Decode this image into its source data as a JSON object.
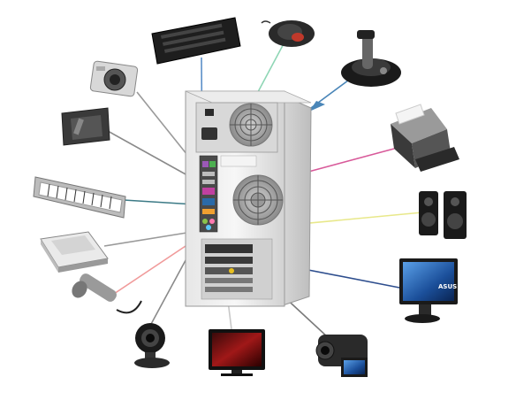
{
  "diagram": {
    "central": {
      "name": "computer-tower"
    },
    "peripherals": [
      {
        "id": "keyboard",
        "icon": "keyboard-icon",
        "line_color": "#5b8fc8"
      },
      {
        "id": "mouse",
        "icon": "mouse-icon",
        "line_color": "#8fd6b5"
      },
      {
        "id": "joystick",
        "icon": "joystick-icon",
        "line_color": "#4a86b8"
      },
      {
        "id": "camera",
        "icon": "camera-icon",
        "line_color": "#9a9a9a"
      },
      {
        "id": "touchpad",
        "icon": "touchpad-icon",
        "line_color": "#8a8a8a"
      },
      {
        "id": "printer",
        "icon": "printer-icon",
        "line_color": "#d85a9a"
      },
      {
        "id": "musical-keyboard",
        "icon": "piano-keyboard-icon",
        "line_color": "#3c7a86"
      },
      {
        "id": "speakers",
        "icon": "speakers-icon",
        "line_color": "#e8e88a"
      },
      {
        "id": "scanner",
        "icon": "scanner-icon",
        "line_color": "#9a9a9a"
      },
      {
        "id": "microphone",
        "icon": "microphone-icon",
        "line_color": "#f09a9a"
      },
      {
        "id": "monitor",
        "icon": "monitor-icon",
        "line_color": "#2e4e8e"
      },
      {
        "id": "webcam",
        "icon": "webcam-icon",
        "line_color": "#8a8a8a"
      },
      {
        "id": "tv",
        "icon": "tv-icon",
        "line_color": "#c8c8c8"
      },
      {
        "id": "camcorder",
        "icon": "camcorder-icon",
        "line_color": "#7a7a7a"
      }
    ],
    "logos": {
      "monitor_brand": "ASUS"
    }
  }
}
